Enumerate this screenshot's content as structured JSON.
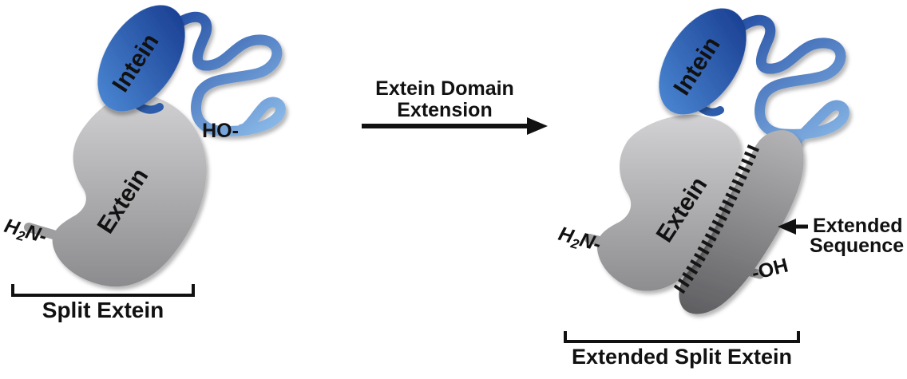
{
  "figure": {
    "left_construct": {
      "intein_label": "Intein",
      "extein_label": "Extein",
      "c_terminus_label": "HO-",
      "n_terminus": {
        "prefix": "H",
        "subscript": "2",
        "suffix": "N-"
      },
      "bracket_label": "Split Extein"
    },
    "transition": {
      "label_line1": "Extein Domain",
      "label_line2": "Extension"
    },
    "right_construct": {
      "intein_label": "Intein",
      "extein_label": "Extein",
      "c_terminus_label": "-OH",
      "n_terminus": {
        "prefix": "H",
        "subscript": "2",
        "suffix": "N-"
      },
      "pointer_label_line1": "Extended",
      "pointer_label_line2": "Sequence",
      "bracket_label": "Extended Split Extein"
    },
    "colors": {
      "background": "#ffffff",
      "ink": "#111111",
      "intein_top": "#1a3f92",
      "intein_bottom": "#4a86d2",
      "linker_start": "#2a55a8",
      "linker_end": "#8ab9e8",
      "extein_top": "#d3d3d5",
      "extein_bottom": "#8a8a8d",
      "extended_sequence_top": "#b4b4b6",
      "extended_sequence_bottom": "#606063",
      "hatch": "#151515",
      "stub_light": "#c6c6c8",
      "stub_dark": "#9e9ea0"
    }
  }
}
